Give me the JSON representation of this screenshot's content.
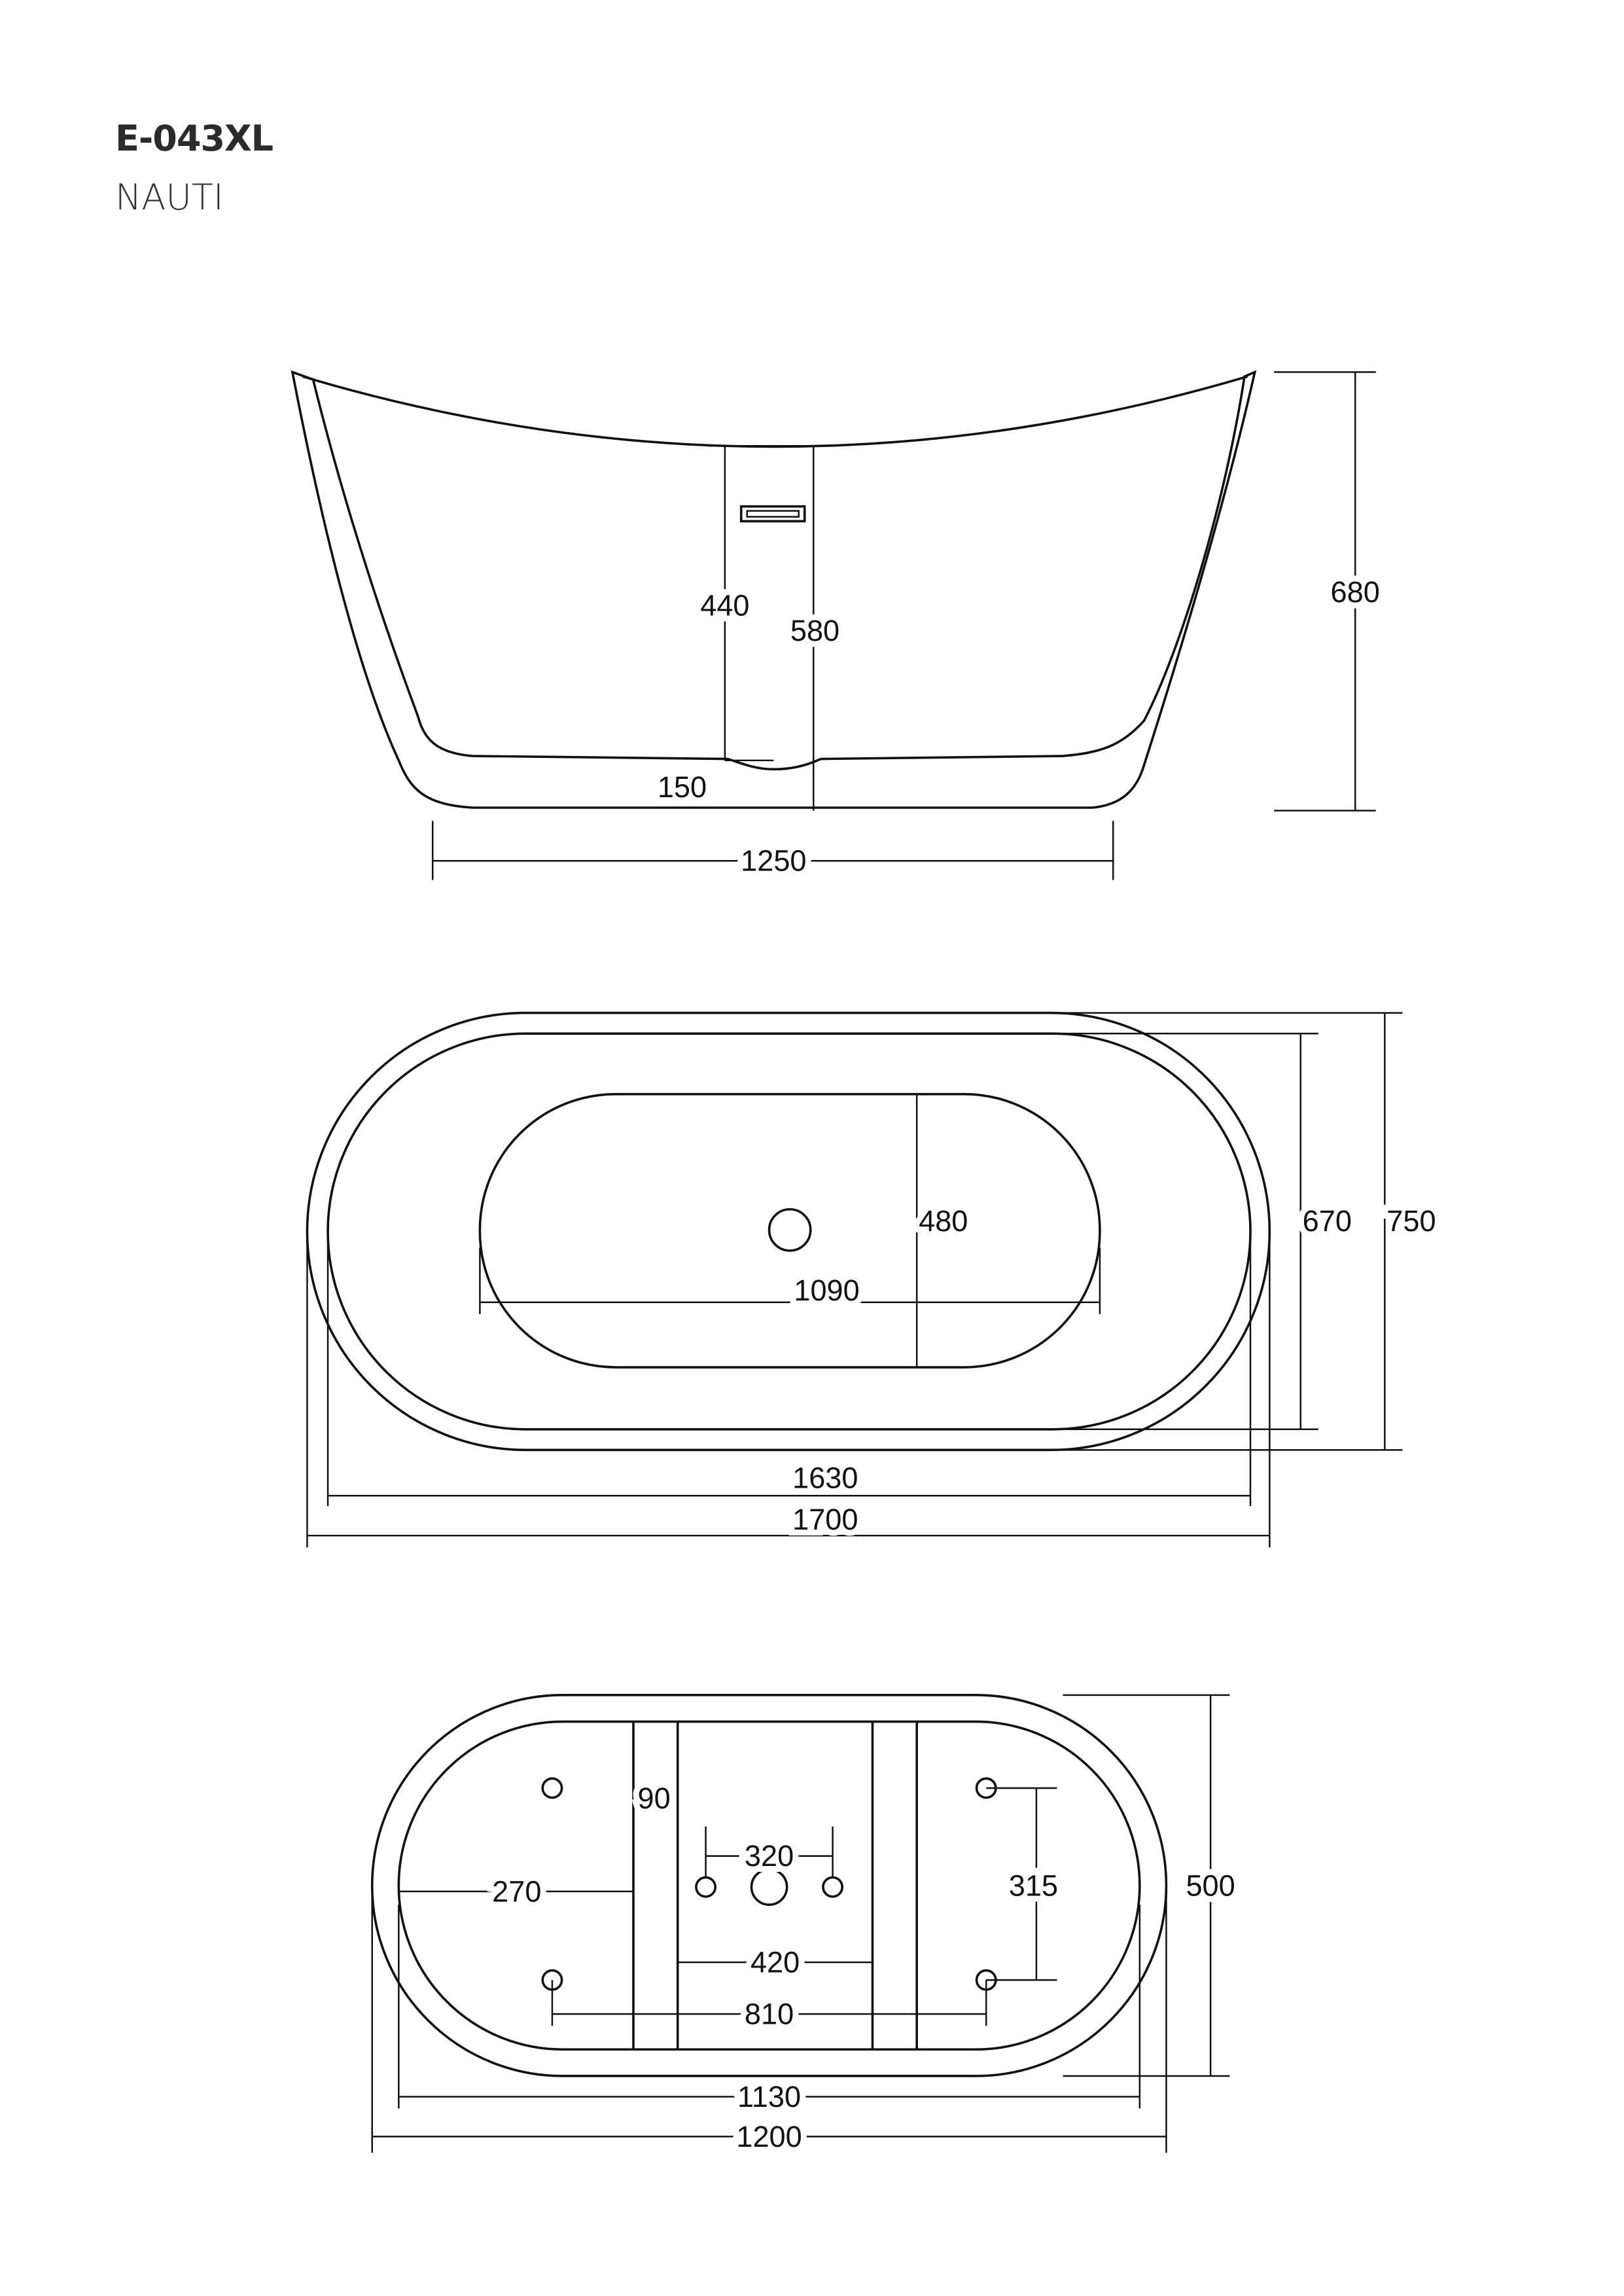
{
  "header": {
    "model": "E-043XL",
    "name": "NAUTI"
  },
  "side_view": {
    "overflow_height": "440",
    "drain_height": "580",
    "floor_thickness": "150",
    "total_height": "680",
    "base_length": "1250"
  },
  "top_view": {
    "basin_width": "480",
    "basin_length": "1090",
    "inner_width": "670",
    "outer_width": "750",
    "inner_length": "1630",
    "outer_length": "1700"
  },
  "bottom_view": {
    "foot_width": "90",
    "foot_offset": "270",
    "waste_spacing": "320",
    "leveler_spacing_y": "315",
    "foot_gap": "420",
    "leveler_spacing_x": "810",
    "base_width": "500",
    "inner_length": "1130",
    "outer_length": "1200"
  }
}
